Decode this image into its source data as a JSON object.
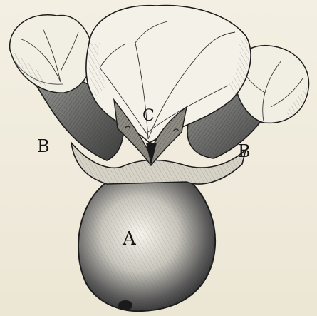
{
  "figure": {
    "labels": {
      "a": "A",
      "b_left": "B",
      "b_right": "B",
      "c": "C"
    }
  }
}
